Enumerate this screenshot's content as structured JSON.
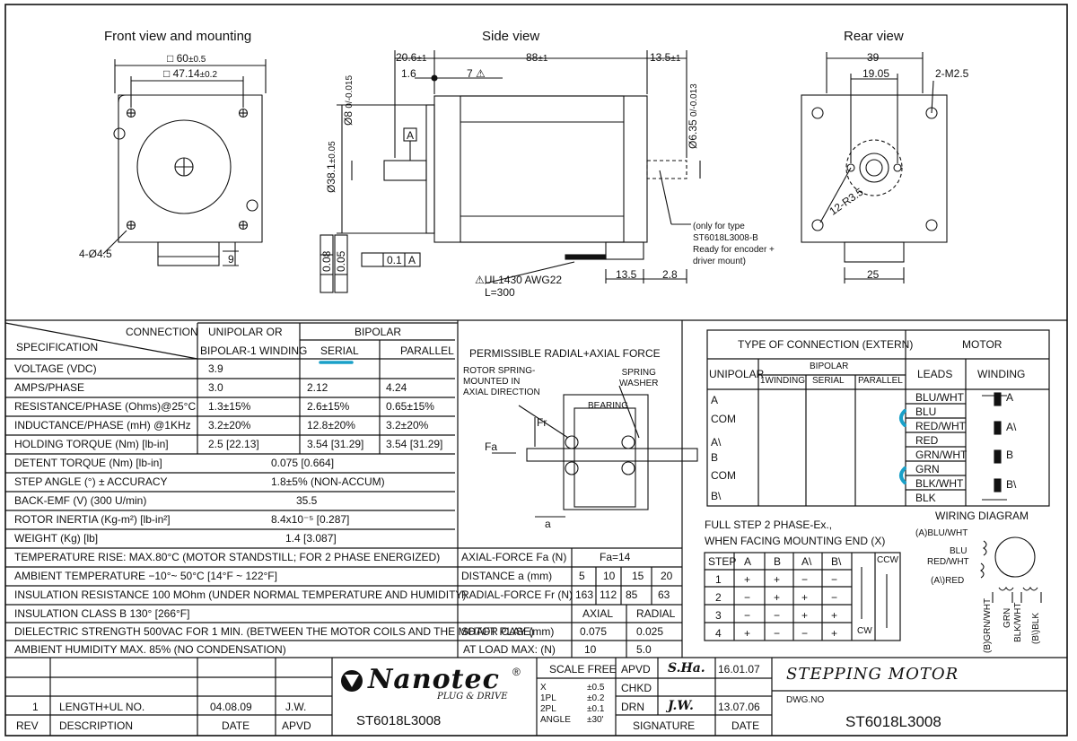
{
  "views": {
    "front": {
      "title": "Front view and mounting",
      "dim_60": "60",
      "dim_60_tol": "±0.5",
      "dim_47": "47.14",
      "dim_47_tol": "±0.2",
      "holes": "4-Ø4.5",
      "dim_9": "9"
    },
    "side": {
      "title": "Side view",
      "dim_206": "20.6",
      "tol_206": "±1",
      "dim_88": "88",
      "tol_88": "±1",
      "dim_135": "13.5",
      "tol_135": "±1",
      "dim_16": "1.6",
      "dim_7": "7",
      "datum_a": "A",
      "shaft_dia": "Ø8",
      "shaft_tol": "0/-0.015",
      "pilot_dia": "Ø38.1",
      "pilot_tol": "±0.05",
      "rear_shaft": "Ø6.35",
      "rear_tol": "0/-0.013",
      "gdt_008": "0.08",
      "gdt_005": "0.05",
      "gdt_perp": "0.1",
      "gdt_perp_ref": "A",
      "cable": "UL1430 AWG22",
      "cable_len": "L=300",
      "dim_135b": "13.5",
      "dim_28": "2.8",
      "note": [
        "(only for type",
        "ST6018L3008-B",
        "Ready for encoder +",
        "driver mount)"
      ]
    },
    "rear": {
      "title": "Rear view",
      "dim_39": "39",
      "dim_1905": "19.05",
      "holes": "2-M2.5",
      "r35": "12-R3.5",
      "dim_25": "25"
    }
  },
  "spec": {
    "hdr_connection": "CONNECTION",
    "hdr_spec": "SPECIFICATION",
    "hdr_unipolar": "UNIPOLAR OR",
    "hdr_unipolar2": "BIPOLAR-1 WINDING",
    "hdr_bipolar": "BIPOLAR",
    "hdr_serial": "SERIAL",
    "hdr_parallel": "PARALLEL",
    "rows": [
      [
        "VOLTAGE (VDC)",
        "3.9",
        "",
        ""
      ],
      [
        "AMPS/PHASE",
        "3.0",
        "2.12",
        "4.24"
      ],
      [
        "RESISTANCE/PHASE   (Ohms)@25°C",
        "1.3±15%",
        "2.6±15%",
        "0.65±15%"
      ],
      [
        "INDUCTANCE/PHASE (mH) @1KHz",
        "3.2±20%",
        "12.8±20%",
        "3.2±20%"
      ],
      [
        "HOLDING TORQUE (Nm) [lb-in]",
        "2.5  [22.13]",
        "3.54  [31.29]",
        "3.54  [31.29]"
      ]
    ],
    "span_rows": [
      [
        "DETENT TORQUE (Nm) [lb-in]",
        "0.075 [0.664]"
      ],
      [
        "STEP ANGLE (°) ± ACCURACY",
        "1.8±5% (NON-ACCUM)"
      ],
      [
        "BACK-EMF (V) (300 U/min)",
        "35.5"
      ],
      [
        "ROTOR INERTIA (Kg-m²) [lb-in²]",
        "8.4x10⁻⁵ [0.287]"
      ],
      [
        "WEIGHT (Kg) [lb]",
        "1.4  [3.087]"
      ]
    ],
    "full_rows": [
      "TEMPERATURE RISE: MAX.80°C (MOTOR STANDSTILL; FOR 2 PHASE ENERGIZED)",
      "AMBIENT TEMPERATURE −10°~ 50°C [14°F ~ 122°F]",
      "INSULATION RESISTANCE 100 MOhm (UNDER NORMAL TEMPERATURE AND HUMIDITY)",
      "INSULATION CLASS B 130° [266°F]",
      "DIELECTRIC STRENGTH 500VAC FOR 1 MIN. (BETWEEN THE MOTOR COILS AND THE MOTOR CASE)",
      "AMBIENT HUMIDITY MAX. 85% (NO CONDENSATION)"
    ]
  },
  "force": {
    "title": "PERMISSIBLE RADIAL+AXIAL FORCE",
    "rotor": [
      "ROTOR SPRING-",
      "MOUNTED IN",
      "AXIAL DIRECTION"
    ],
    "spring": [
      "SPRING",
      "WASHER"
    ],
    "bearing": "BEARING",
    "fr": "Fr",
    "fa": "Fa",
    "a": "a",
    "axial_label": "AXIAL-FORCE Fa (N)",
    "axial_val": "Fa=14",
    "dist_label": "DISTANCE a   (mm)",
    "dist_vals": [
      "5",
      "10",
      "15",
      "20"
    ],
    "radial_label": "RADIAL-FORCE Fr (N)",
    "radial_vals": [
      "163",
      "112",
      "85",
      "63"
    ],
    "axial_hdr": "AXIAL",
    "radial_hdr": "RADIAL",
    "play_label": "SHAFT PLAY (mm)",
    "play_vals": [
      "0.075",
      "0.025"
    ],
    "load_label": "AT LOAD MAX: (N)",
    "load_vals": [
      "10",
      "5.0"
    ]
  },
  "connection": {
    "type_hdr": "TYPE OF CONNECTION (EXTERN)",
    "motor_hdr": "MOTOR",
    "unipolar": "UNIPOLAR",
    "bipolar": "BIPOLAR",
    "winding1": "1WINDING",
    "serial": "SERIAL",
    "parallel": "PARALLEL",
    "leads_hdr": "LEADS",
    "winding_hdr": "WINDING",
    "leads": [
      "BLU/WHT",
      "BLU",
      "RED/WHT",
      "RED",
      "GRN/WHT",
      "GRN",
      "BLK/WHT",
      "BLK"
    ],
    "uni_labels": [
      "A",
      "COM",
      "A\\",
      "B",
      "COM",
      "B\\"
    ],
    "win_labels": [
      "A",
      "A\\",
      "B",
      "B\\"
    ],
    "step_title1": "FULL STEP 2 PHASE-Ex.,",
    "step_title2": "WHEN FACING MOUNTING END (X)",
    "step_hdr": [
      "STEP",
      "A",
      "B",
      "A\\",
      "B\\"
    ],
    "steps": [
      [
        "1",
        "+",
        "+",
        "−",
        "−"
      ],
      [
        "2",
        "−",
        "+",
        "+",
        "−"
      ],
      [
        "3",
        "−",
        "−",
        "+",
        "+"
      ],
      [
        "4",
        "+",
        "−",
        "−",
        "+"
      ]
    ],
    "ccw": "CCW",
    "cw": "CW",
    "wiring_title": "WIRING DIAGRAM",
    "wiring_labels": [
      "(A)BLU/WHT",
      "BLU",
      "RED/WHT",
      "(A\\)RED"
    ],
    "wiring_bottom": [
      "(B)GRN/WHT",
      "GRN",
      "BLK/WHT",
      "(B\\)BLK"
    ]
  },
  "titleblock": {
    "rev_no": "1",
    "rev_desc": "LENGTH+UL NO.",
    "rev_date": "04.08.09",
    "rev_apvd": "J.W.",
    "h_rev": "REV",
    "h_desc": "DESCRIPTION",
    "h_date": "DATE",
    "h_apvd": "APVD",
    "brand": "Nanotec",
    "brand_reg": "®",
    "tagline": "PLUG & DRIVE",
    "part": "ST6018L3008",
    "scale": "SCALE  FREE",
    "tol": [
      [
        "X",
        "±0.5"
      ],
      [
        "1PL",
        "±0.2"
      ],
      [
        "2PL",
        "±0.1"
      ],
      [
        "ANGLE",
        "±30'"
      ]
    ],
    "apvd": "APVD",
    "chkd": "CHKD",
    "drn": "DRN",
    "signature": "SIGNATURE",
    "apvd_sig": "S.Ha.",
    "apvd_date": "16.01.07",
    "drn_sig": "J.W.",
    "drn_date": "13.07.06",
    "date": "DATE",
    "doc_title": "STEPPING MOTOR",
    "dwg_no_label": "DWG.NO",
    "dwg_no": "ST6018L3008"
  }
}
